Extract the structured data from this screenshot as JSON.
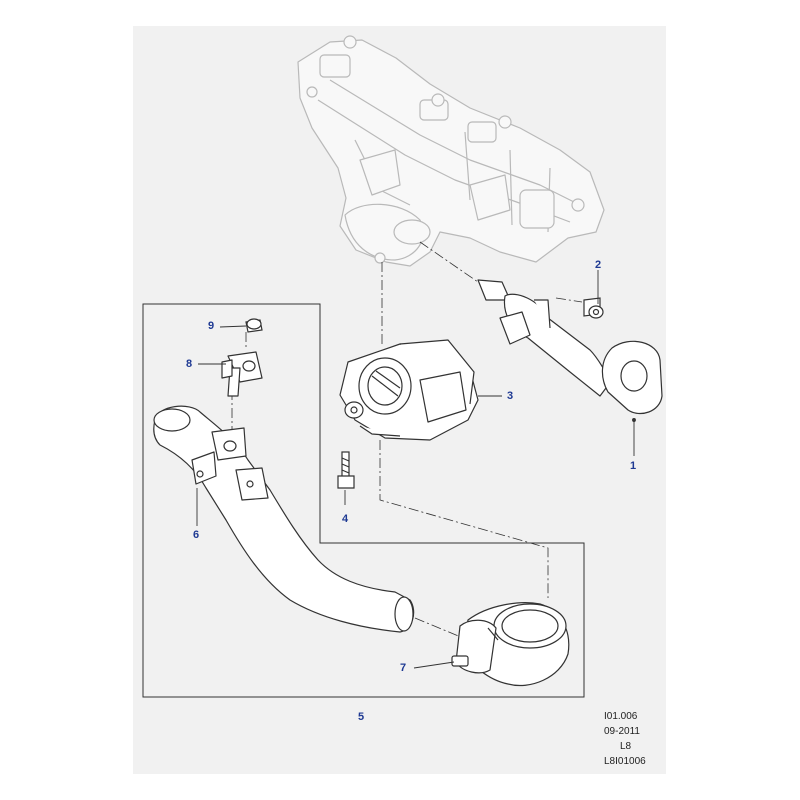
{
  "callouts": {
    "c1": "1",
    "c2": "2",
    "c3": "3",
    "c4": "4",
    "c5": "5",
    "c6": "6",
    "c7": "7",
    "c8": "8",
    "c9": "9"
  },
  "reference": {
    "line1": "I01.006",
    "line2": "09-2011",
    "line3": "L8",
    "line4": "L8I01006"
  },
  "colors": {
    "sheet": "#f1f1f1",
    "callout_text": "#1f3a93",
    "ghost_line": "#b9b9b9",
    "part_line": "#333333"
  }
}
